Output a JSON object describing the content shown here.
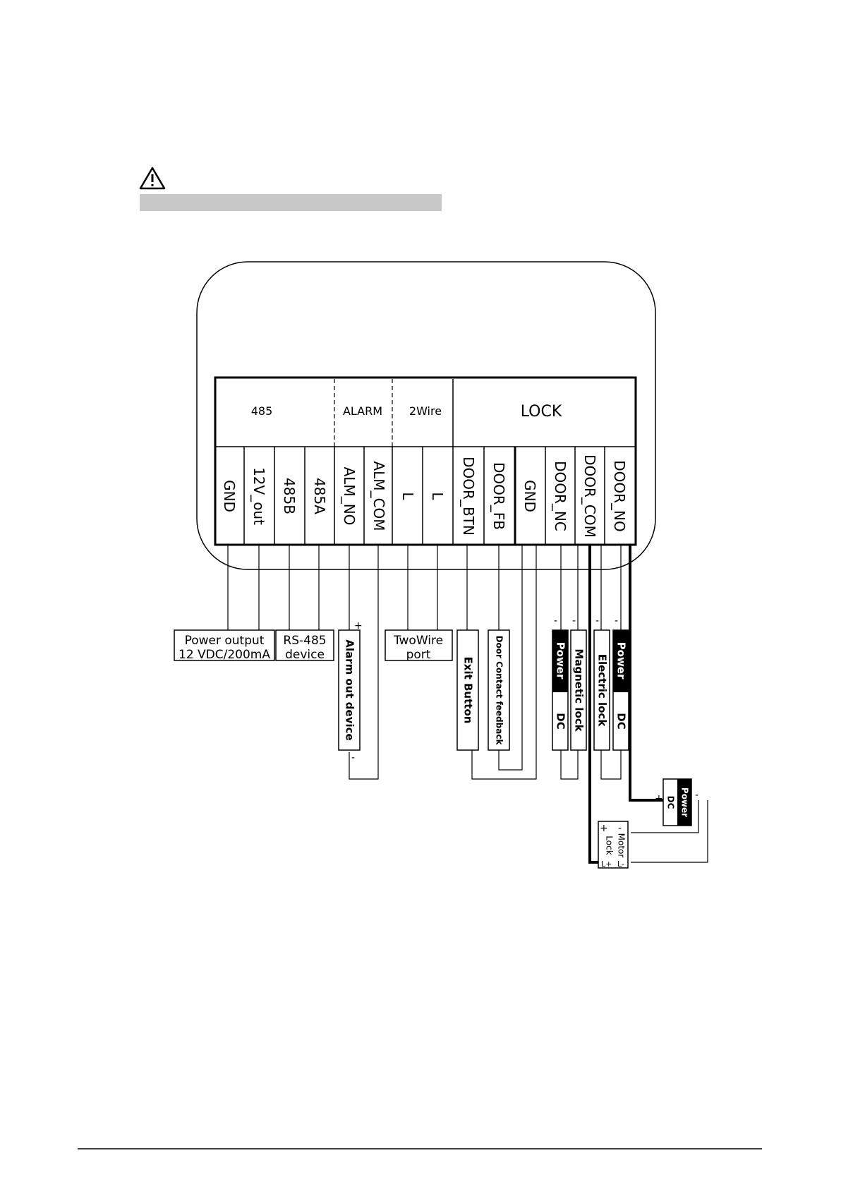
{
  "sections": {
    "s485": "485",
    "alarm": "ALARM",
    "twowire": "2Wire",
    "lock": "LOCK"
  },
  "terminals": [
    "GND",
    "12V_out",
    "485B",
    "485A",
    "ALM_NO",
    "ALM_COM",
    "L",
    "L",
    "DOOR_BTN",
    "DOOR_FB",
    "GND",
    "DOOR_NC",
    "DOOR_COM",
    "DOOR_NO"
  ],
  "devices": {
    "power_output": [
      "Power output",
      "12 VDC/200mA"
    ],
    "rs485": [
      "RS-485",
      "device"
    ],
    "alarm_out": "Alarm out device",
    "twowire": [
      "TwoWire",
      "port"
    ],
    "exit_button": "Exit Button",
    "door_contact": "Door Contact feedback",
    "magnetic_lock": "Magnetic lock",
    "electric_lock": "Electric lock",
    "power": "Power",
    "dc": "DC",
    "motor_lock": [
      "Motor",
      "Lock"
    ],
    "motor_terms": [
      "L-",
      "L+"
    ]
  },
  "signs": {
    "plus": "+",
    "minus": "-"
  },
  "icons": {
    "warning": "warning-triangle-icon"
  },
  "colors": {
    "line": "#000000",
    "highlight_bar": "#c8c8c8"
  }
}
